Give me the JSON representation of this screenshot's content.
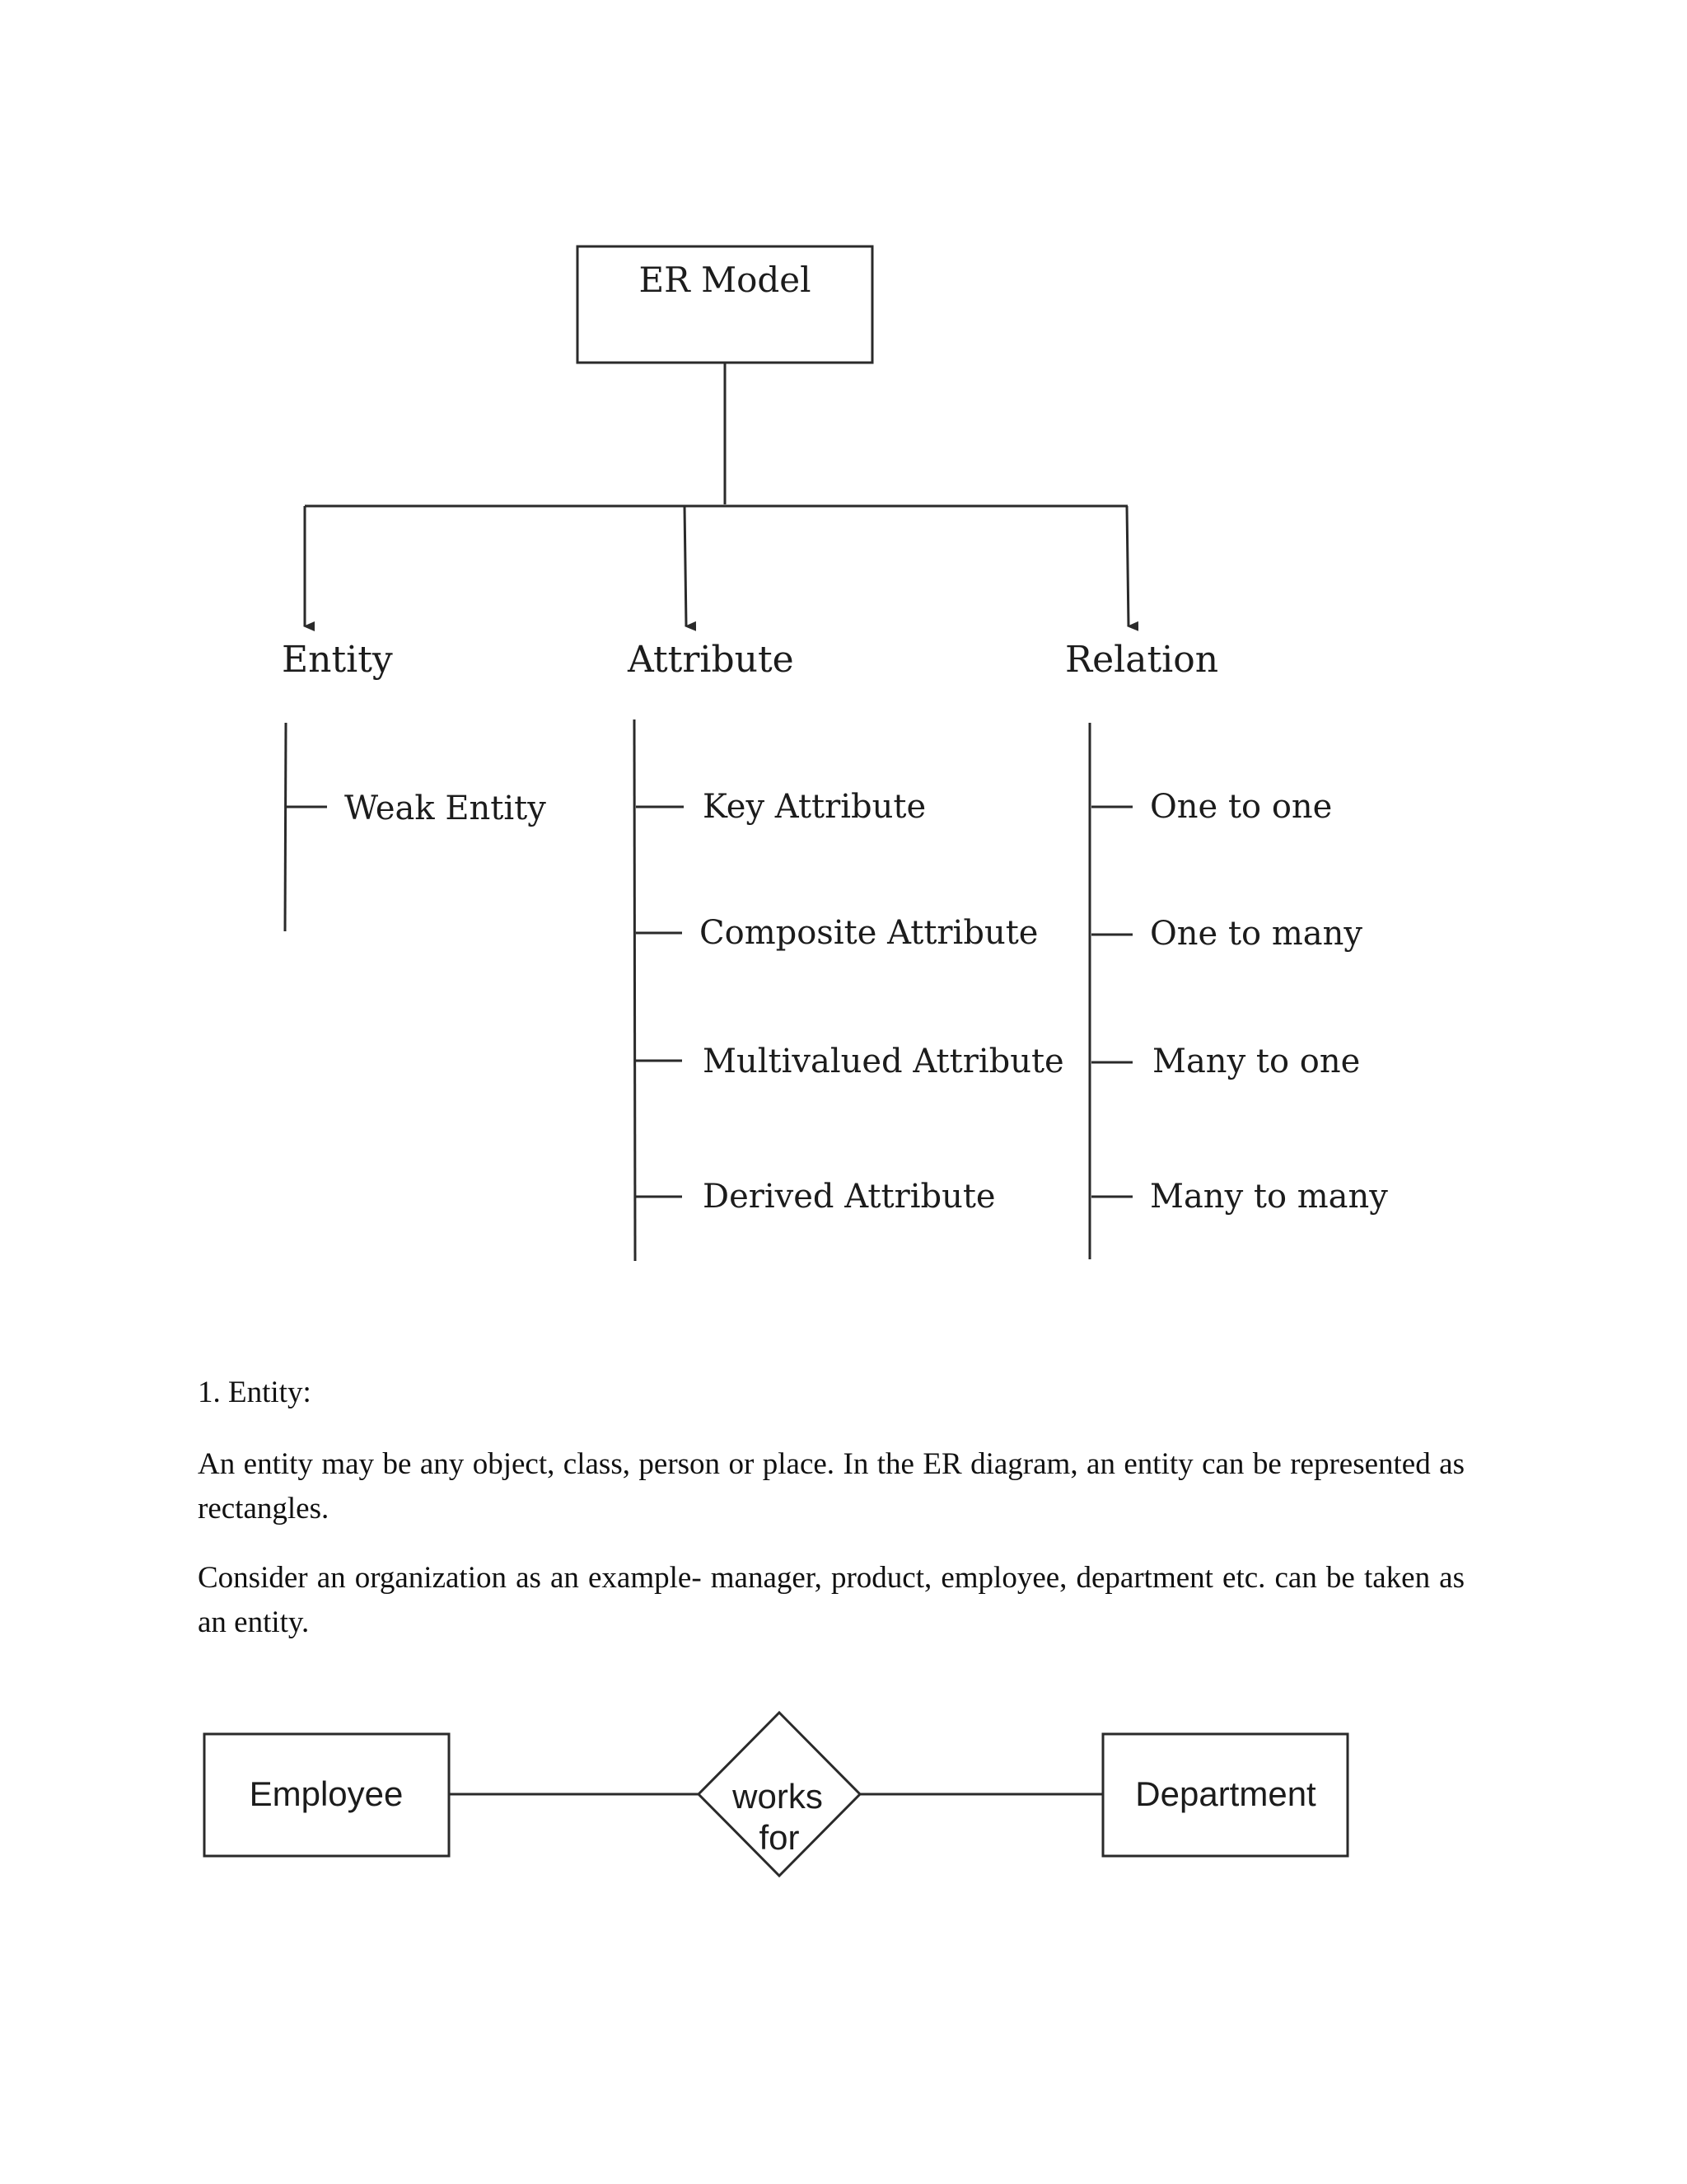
{
  "hierarchy": {
    "root": "ER Model",
    "branches": [
      {
        "label": "Entity",
        "children": [
          "Weak Entity"
        ]
      },
      {
        "label": "Attribute",
        "children": [
          "Key Attribute",
          "Composite Attribute",
          "Multivalued Attribute",
          "Derived Attribute"
        ]
      },
      {
        "label": "Relation",
        "children": [
          "One to one",
          "One to many",
          "Many to one",
          "Many to many"
        ]
      }
    ]
  },
  "section": {
    "heading": "1. Entity:",
    "paragraphs": [
      "An entity may be any object, class, person or place. In the ER diagram, an entity can be represented as rectangles.",
      "Consider an organization as an example- manager, product, employee, department etc. can be taken as an entity."
    ]
  },
  "er_example": {
    "entity_left": "Employee",
    "relationship_line1": "works",
    "relationship_line2": "for",
    "entity_right": "Department"
  }
}
